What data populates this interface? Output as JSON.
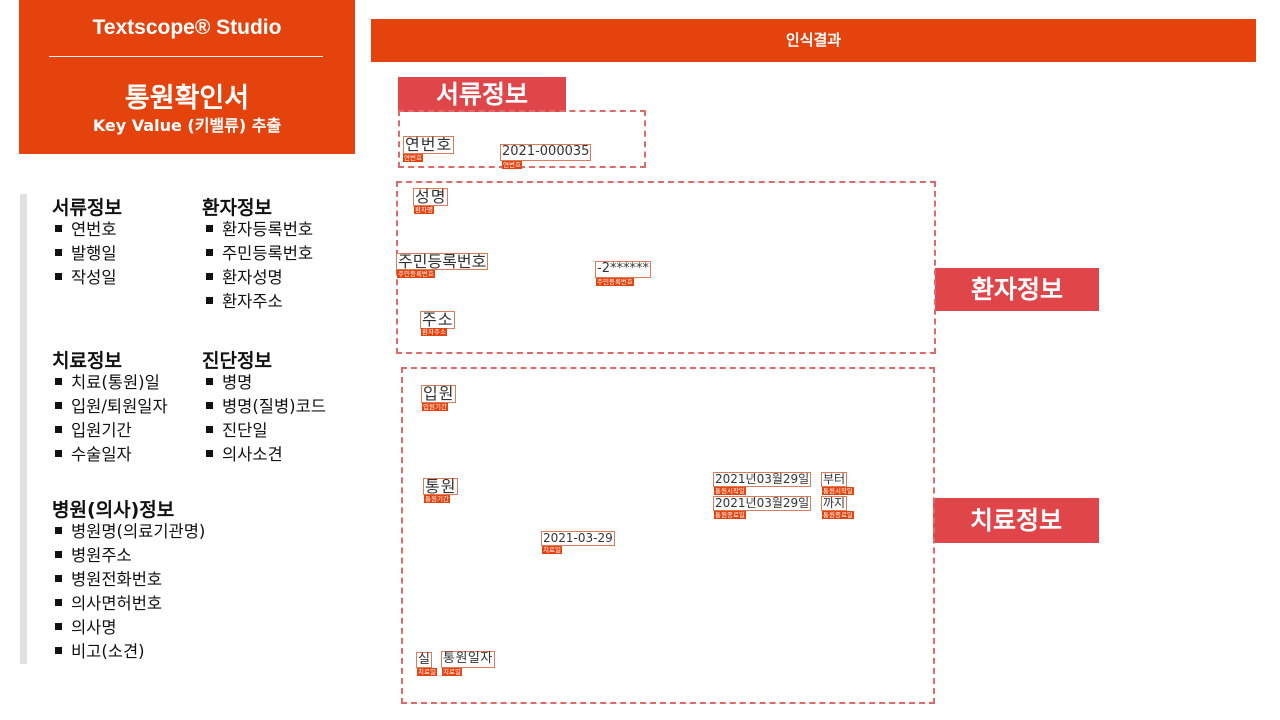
{
  "brand": {
    "studio": "Textscope® Studio",
    "doc_title": "통원확인서",
    "subtitle": "Key Value (키밸류) 추출"
  },
  "sections": {
    "document": {
      "title": "서류정보",
      "items": [
        "연번호",
        "발행일",
        "작성일"
      ]
    },
    "patient": {
      "title": "환자정보",
      "items": [
        "환자등록번호",
        "주민등록번호",
        "환자성명",
        "환자주소"
      ]
    },
    "treatment": {
      "title": "치료정보",
      "items": [
        "치료(통원)일",
        "입원/퇴원일자",
        "입원기간",
        "수술일자"
      ]
    },
    "diagnosis": {
      "title": "진단정보",
      "items": [
        "병명",
        "병명(질병)코드",
        "진단일",
        "의사소견"
      ]
    },
    "hospital": {
      "title": "병원(의사)정보",
      "items": [
        "병원명(의료기관명)",
        "병원주소",
        "병원전화번호",
        "의사면허번호",
        "의사명",
        "비고(소견)"
      ]
    }
  },
  "result": {
    "header": "인식결과",
    "tags": {
      "document": "서류정보",
      "patient": "환자정보",
      "treatment": "치료정보"
    },
    "words": {
      "serial_key": "연번호",
      "serial_key_label": "연번호",
      "serial_val": "2021-000035",
      "serial_val_label": "연번호",
      "name_key": "성명",
      "name_key_label": "환자명",
      "rrn_key": "주민등록번호",
      "rrn_key_label": "주민등록번호",
      "rrn_val": "-2******",
      "rrn_val_label": "주민등록번호",
      "addr_key": "주소",
      "addr_key_label": "환자주소",
      "inpatient_key": "입원",
      "inpatient_key_label": "입원기간",
      "outpatient_key": "통원",
      "outpatient_key_label": "통원기간",
      "start_date": "2021년03월29일",
      "start_date_label": "통원시작일",
      "from_word": "부터",
      "from_word_label": "통원시작일",
      "end_date": "2021년03월29일",
      "end_date_label": "통원종료일",
      "to_word": "까지",
      "to_word_label": "통원종료일",
      "treat_date": "2021-03-29",
      "treat_date_label": "치료일",
      "real_word": "실",
      "real_word_label": "치료일",
      "visit_days": "통원일자",
      "visit_days_label": "치료일"
    }
  },
  "colors": {
    "brand_orange": "#e4430d",
    "tag_red": "#e0454a",
    "dashed_box": "#e06a6a",
    "word_border": "#e07b5a"
  }
}
